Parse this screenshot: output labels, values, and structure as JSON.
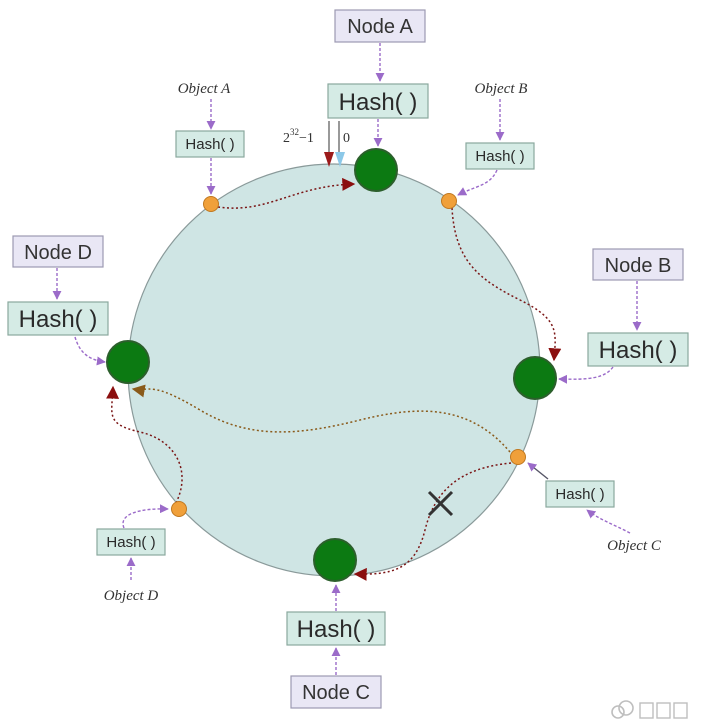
{
  "diagram": {
    "nodes": {
      "a": {
        "label": "Node A",
        "hash": "Hash( )"
      },
      "b": {
        "label": "Node B",
        "hash": "Hash( )"
      },
      "c": {
        "label": "Node C",
        "hash": "Hash( )"
      },
      "d": {
        "label": "Node D",
        "hash": "Hash( )"
      }
    },
    "objects": {
      "a": {
        "label": "Object A",
        "hash": "Hash( )"
      },
      "b": {
        "label": "Object B",
        "hash": "Hash( )"
      },
      "c": {
        "label": "Object C",
        "hash": "Hash( )"
      },
      "d": {
        "label": "Object D",
        "hash": "Hash( )"
      }
    },
    "ring_labels": {
      "max_base": "2",
      "max_exp": "32",
      "max_suffix": "−1",
      "zero": "0"
    }
  },
  "colors": {
    "ring_fill": "#cfe5e4",
    "node": "#0c7a12",
    "object": "#f0a03a",
    "connector": "#9b6bc9",
    "mapping_path": "#7a1515",
    "node_label_box": "#e9e7f5",
    "hash_box": "#d5ebe5"
  },
  "icons": {
    "removed_mapping": "cross-icon",
    "watermark_logo": "cloud-logo-icon"
  },
  "watermark": {
    "text": "亿速云"
  }
}
